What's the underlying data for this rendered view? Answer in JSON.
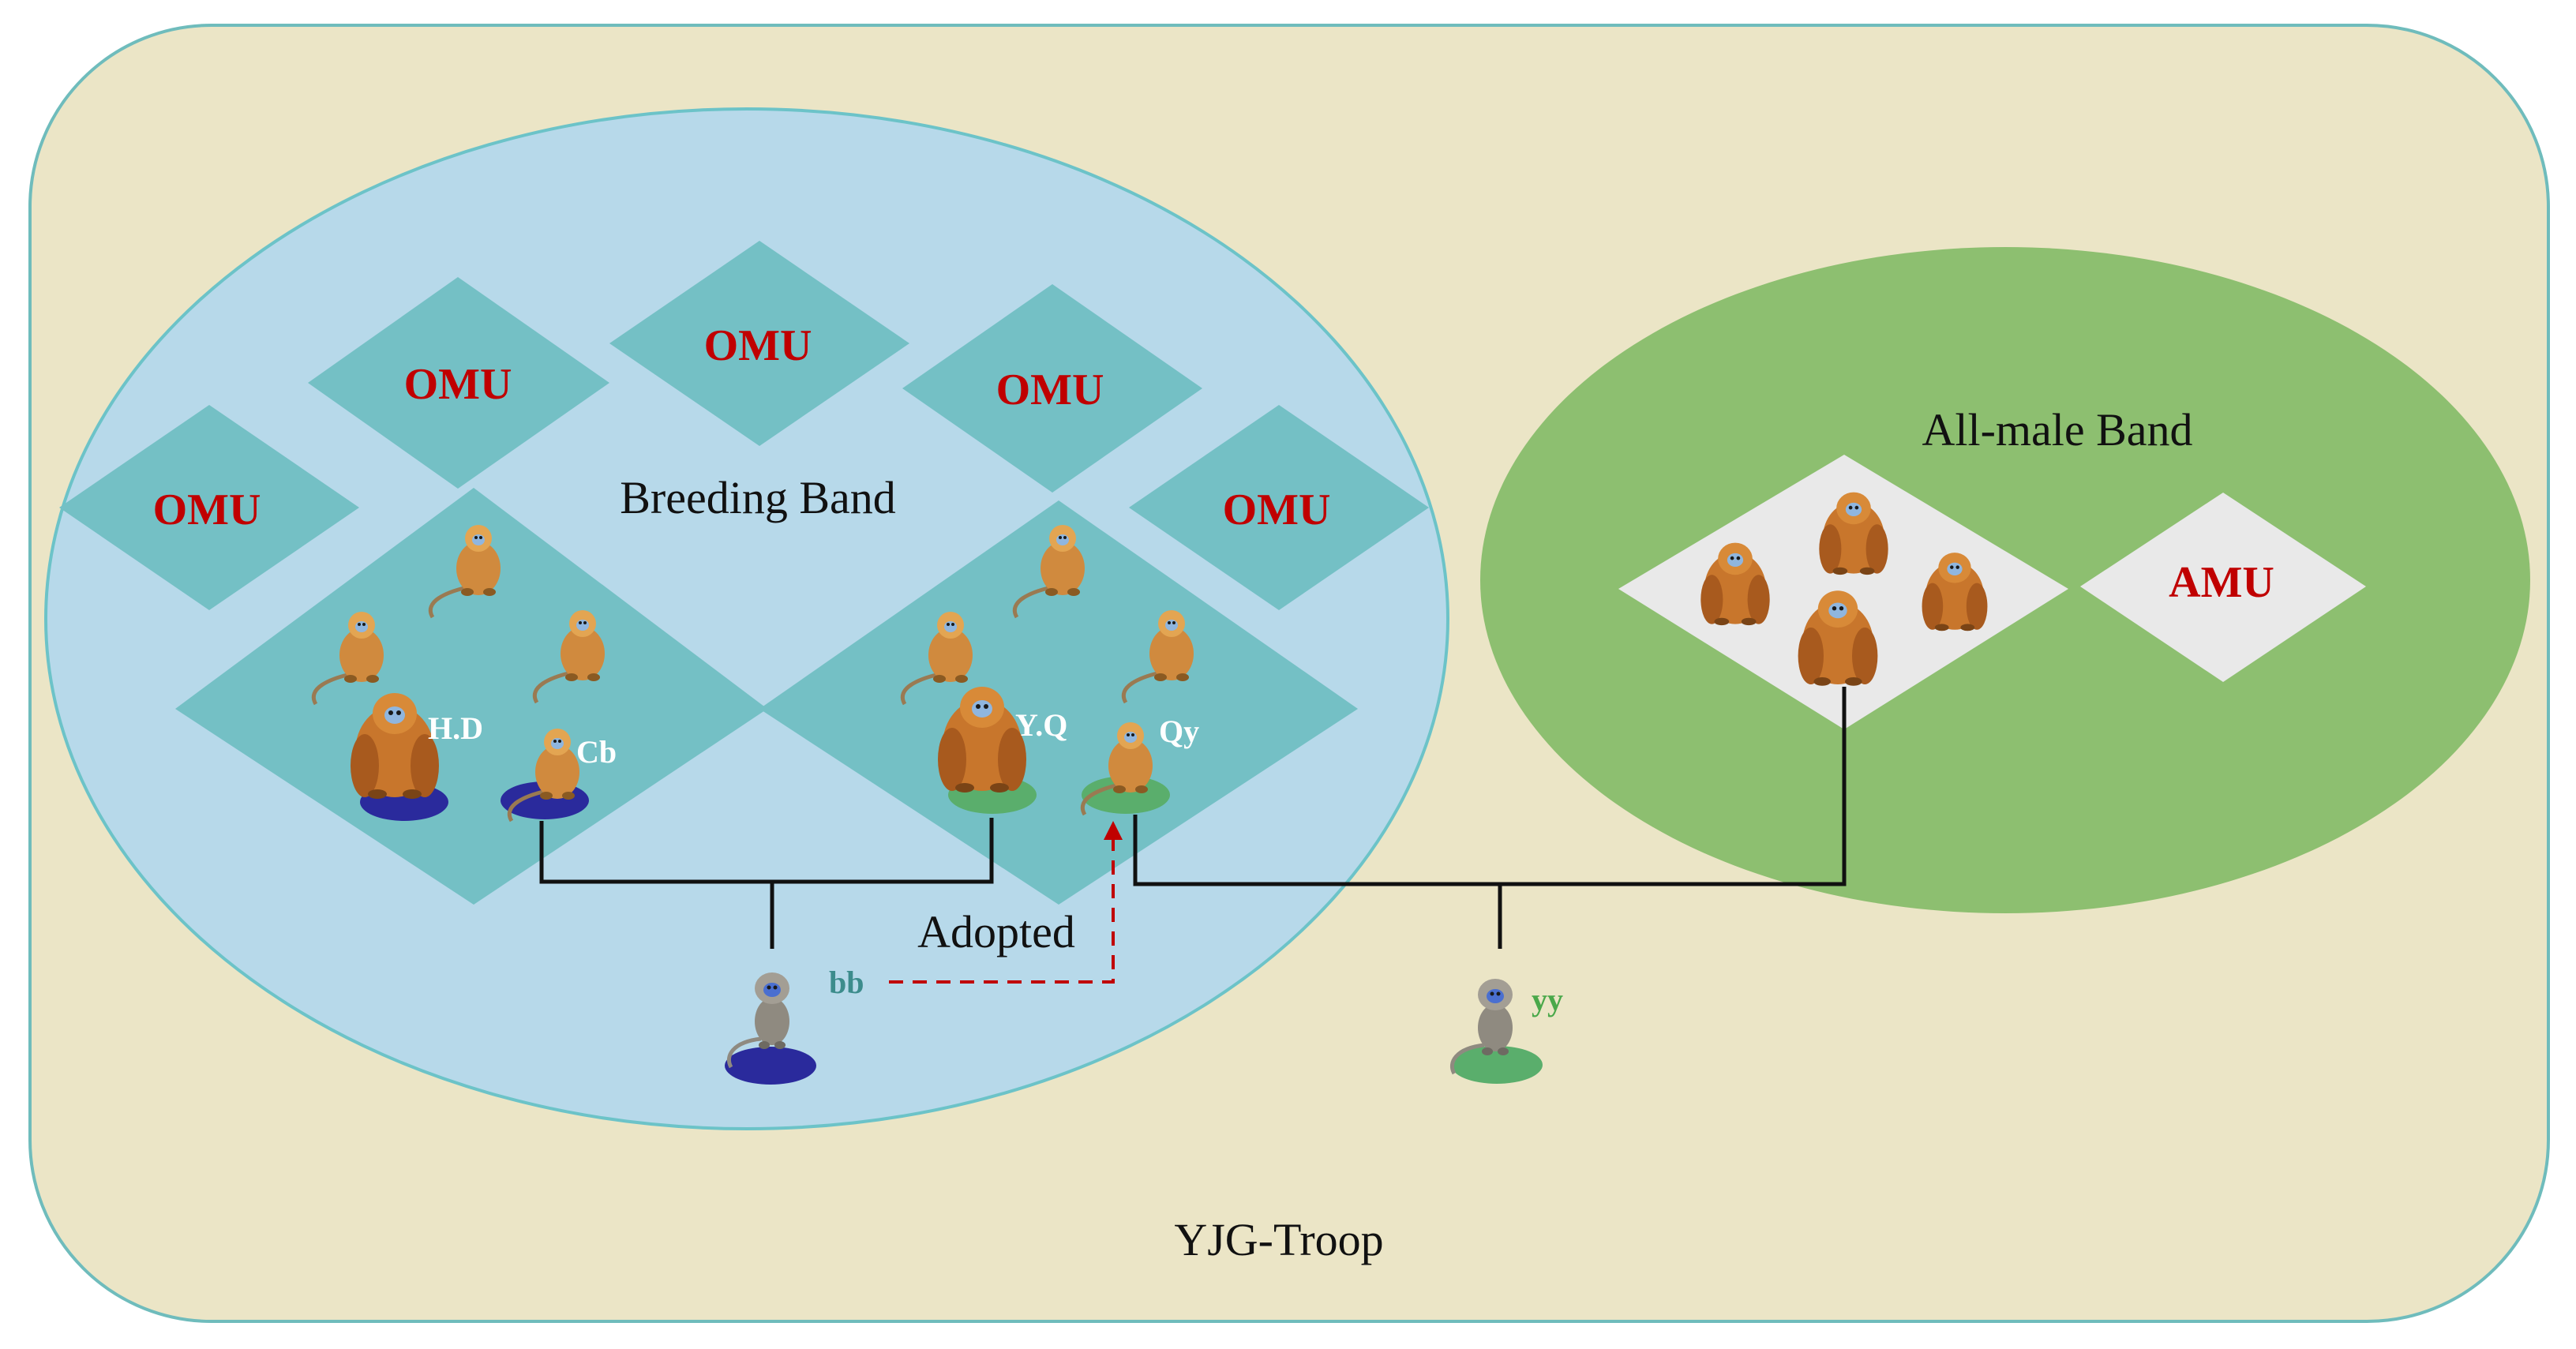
{
  "colors": {
    "troop_fill": "#ebe5c6",
    "troop_stroke": "#6fbcbc",
    "breeding_fill": "#b7d9ea",
    "breeding_stroke": "#6cc3c8",
    "omu_fill": "#74c0c5",
    "allmale_fill": "#8dbf70",
    "amu_fill": "#e9e9e9",
    "label_red": "#c00000",
    "line": "#111111",
    "adopt_line": "#c00000",
    "plate_blue": "#2a2a9c",
    "plate_green": "#5aae6c",
    "bb_teal": "#3c8c8c",
    "yy_green": "#4aa84a",
    "adult_fur": "#c8762c",
    "infant_fur": "#8f8a80"
  },
  "troop": {
    "label": "YJG-Troop"
  },
  "breeding_band": {
    "label": "Breeding Band",
    "omu_label": "OMU"
  },
  "allmale_band": {
    "label": "All-male Band",
    "amu_label": "AMU"
  },
  "individuals": {
    "hd": "H.D",
    "cb": "Cb",
    "yq": "Y.Q",
    "qy": "Qy",
    "bb": "bb",
    "yy": "yy"
  },
  "relation": {
    "adopted": "Adopted"
  },
  "icons": [
    "adult-male-monkey-icon",
    "female-monkey-icon",
    "infant-monkey-icon"
  ]
}
